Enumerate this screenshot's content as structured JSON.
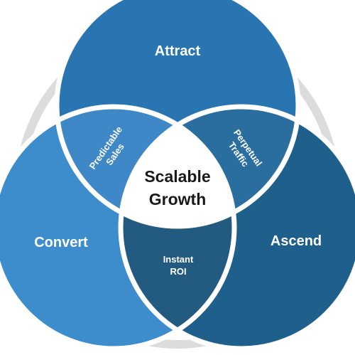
{
  "circles": {
    "top": {
      "label": "Attract",
      "color": "#2875b1"
    },
    "left": {
      "label": "Convert",
      "color": "#3d8dcc"
    },
    "right": {
      "label": "Ascend",
      "color": "#1f5f8b"
    }
  },
  "overlaps": {
    "top_left": {
      "line1": "Predictable",
      "line2": "Sales",
      "color": "#3f88c7"
    },
    "top_right": {
      "line1": "Perpetual",
      "line2": "Traffic",
      "color": "#296e9e"
    },
    "bottom": {
      "line1": "Instant",
      "line2": "ROI",
      "color": "#235a80"
    }
  },
  "center": {
    "line1": "Scalable",
    "line2": "Growth"
  },
  "colors": {
    "ring": "#dcdcdc",
    "separator": "#ffffff",
    "center_fill": "#ffffff"
  }
}
